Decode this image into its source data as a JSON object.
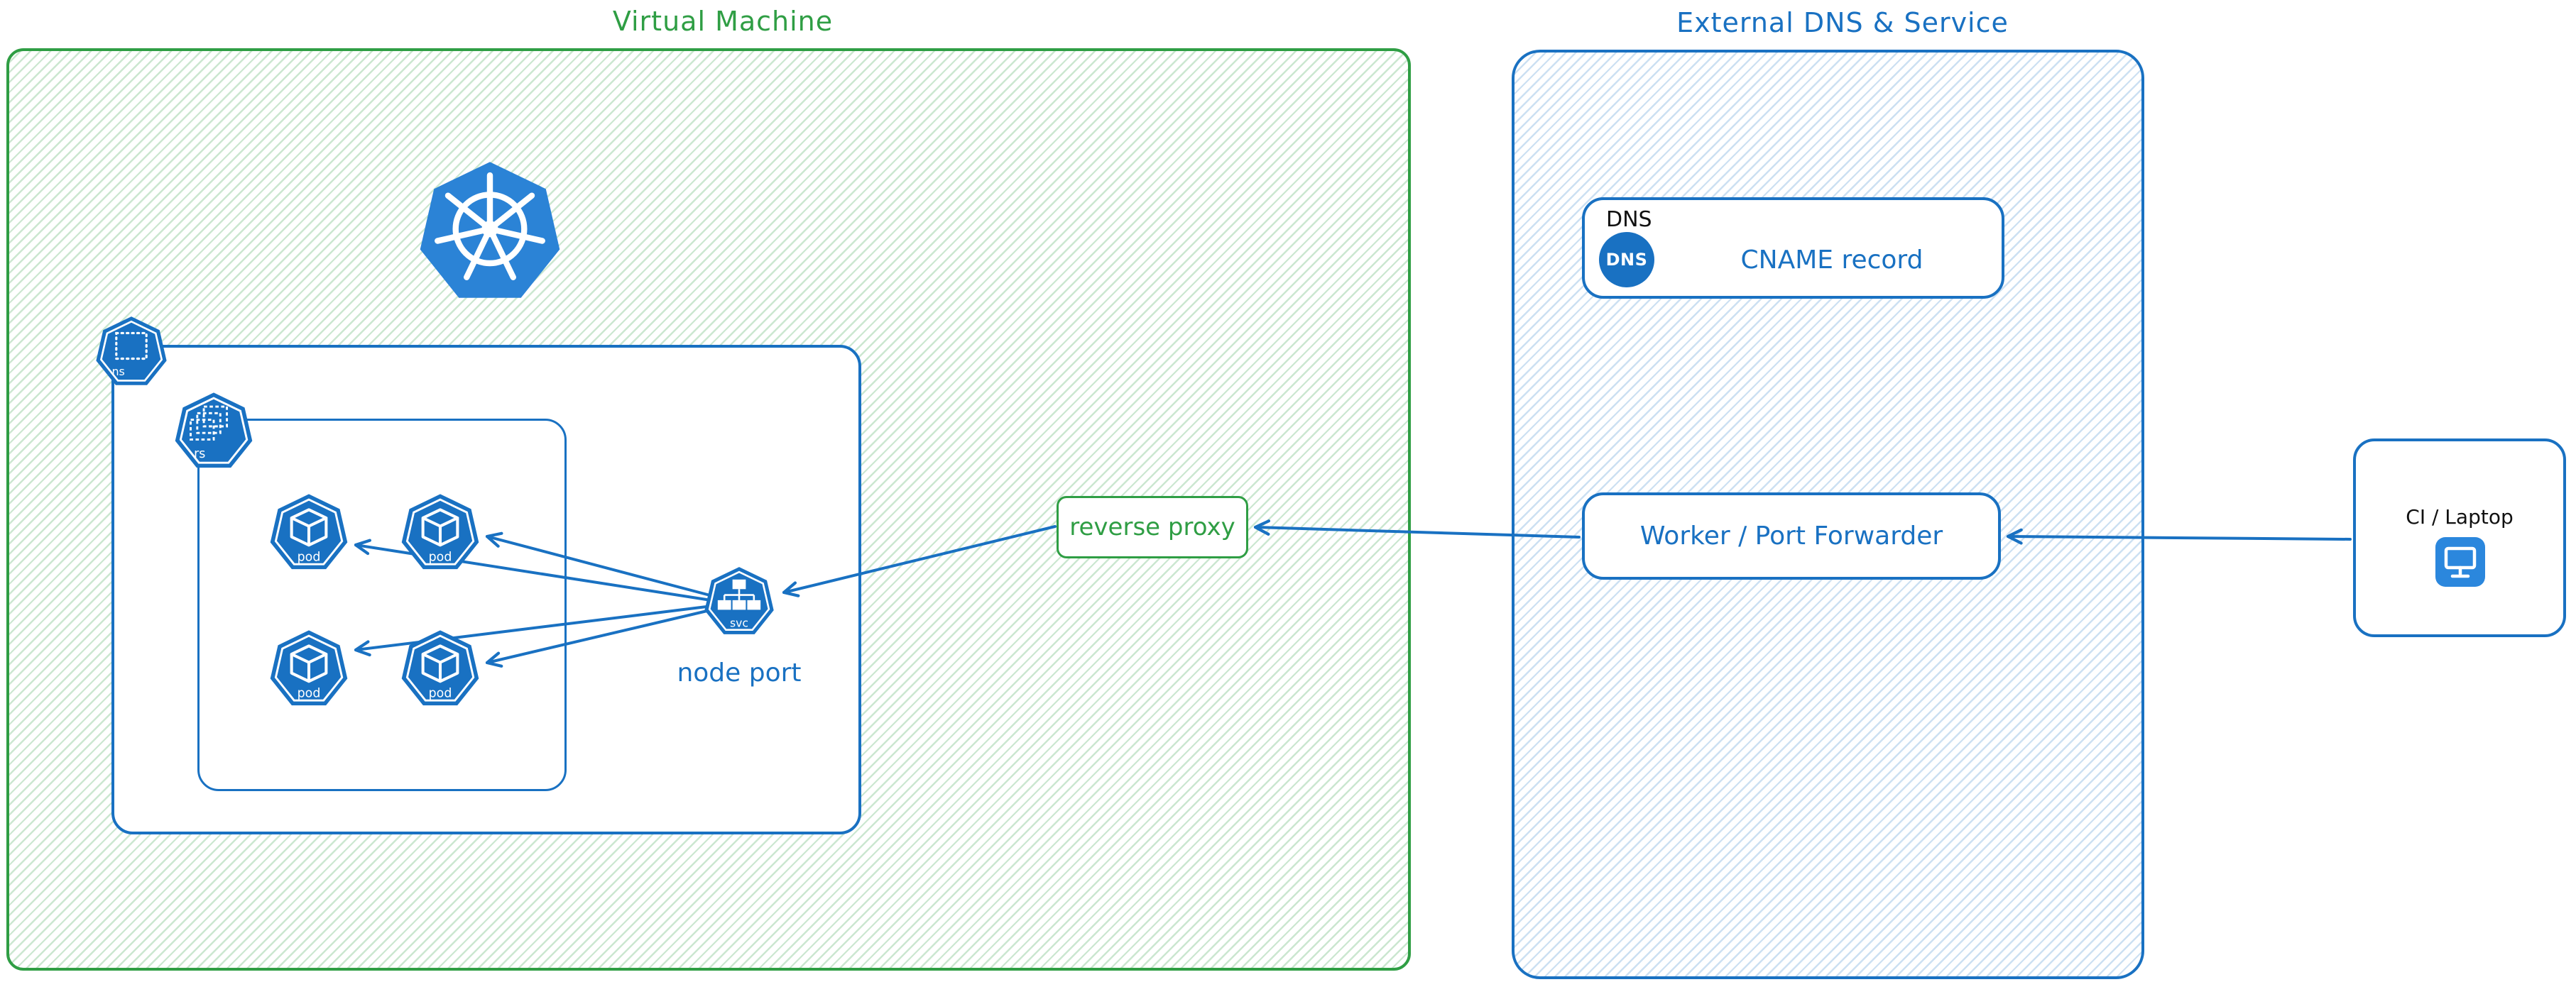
{
  "colors": {
    "green": "#2f9e44",
    "blue": "#1971c2",
    "dark": "#111111",
    "white": "#ffffff"
  },
  "diagram": {
    "vm": {
      "title": "Virtual Machine",
      "namespace_label": "ns",
      "replicaset_label": "rs",
      "pod_label": "pod",
      "service_label": "svc",
      "node_port_label": "node port"
    },
    "reverse_proxy": {
      "label": "reverse proxy"
    },
    "external": {
      "title": "External DNS & Service",
      "dns_card": {
        "heading": "DNS",
        "icon_label": "DNS",
        "record_label": "CNAME record"
      },
      "worker": {
        "label": "Worker / Port Forwarder"
      }
    },
    "client": {
      "label": "CI / Laptop"
    }
  }
}
